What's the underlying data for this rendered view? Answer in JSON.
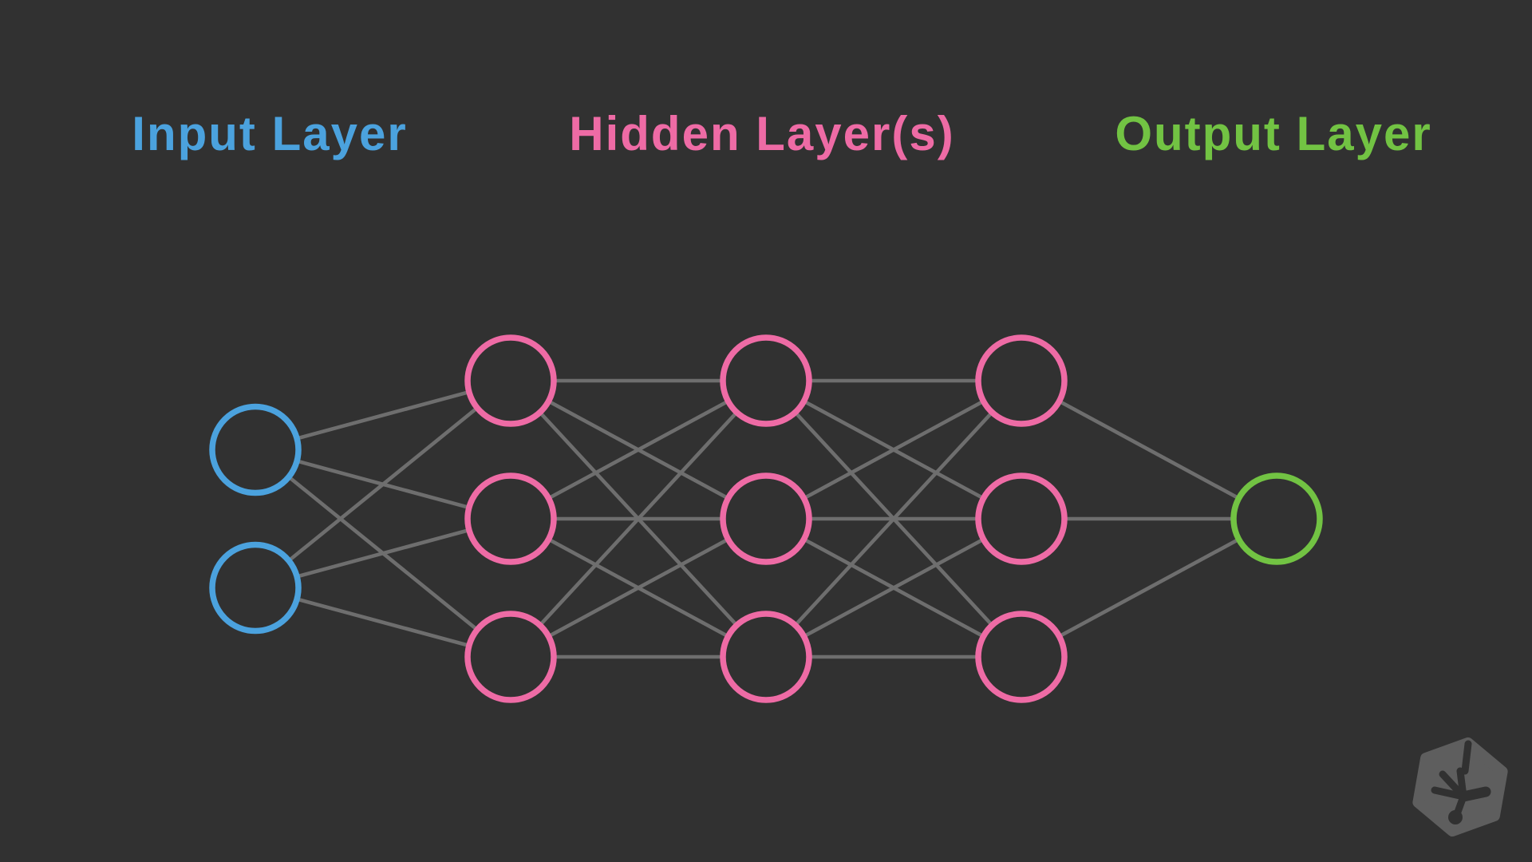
{
  "page": {
    "background_color": "#313131"
  },
  "diagram": {
    "labels": {
      "input": {
        "text": "Input Layer",
        "color": "#4ba2de"
      },
      "hidden": {
        "text": "Hidden Layer(s)",
        "color": "#ee6ba5"
      },
      "output": {
        "text": "Output Layer",
        "color": "#72c343"
      }
    },
    "network": {
      "layers": [
        {
          "name": "input",
          "type": "input",
          "nodes": 2,
          "color": "#4ba2de"
        },
        {
          "name": "hidden-1",
          "type": "hidden",
          "nodes": 3,
          "color": "#ee6ba5"
        },
        {
          "name": "hidden-2",
          "type": "hidden",
          "nodes": 3,
          "color": "#ee6ba5"
        },
        {
          "name": "hidden-3",
          "type": "hidden",
          "nodes": 3,
          "color": "#ee6ba5"
        },
        {
          "name": "output",
          "type": "output",
          "nodes": 1,
          "color": "#72c343"
        }
      ],
      "connection_style": "fully-connected-adjacent-layers",
      "edge_color": "#6e6e6e",
      "node_fill": "#313131"
    },
    "logo": {
      "name": "hexagon-footprint-badge",
      "color": "#5e5e5e"
    }
  }
}
